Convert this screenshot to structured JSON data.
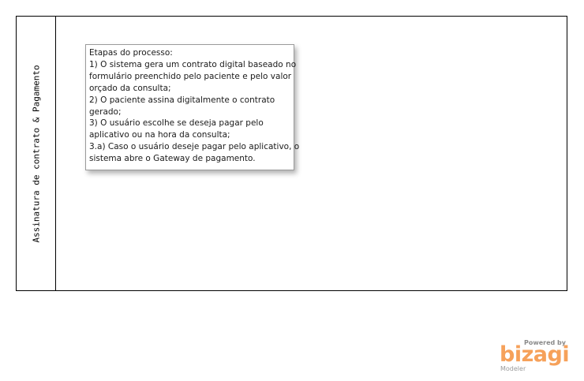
{
  "lane": {
    "title": "Assinatura de contrato & Pagamento"
  },
  "annotation": {
    "lines": [
      "Etapas do processo:",
      "1) O sistema gera um contrato digital baseado no",
      "formulário preenchido pelo paciente e pelo valor",
      "orçado da consulta;",
      "2) O paciente assina digitalmente o contrato",
      "gerado;",
      "3) O usuário escolhe se deseja pagar pelo",
      "aplicativo ou na hora da consulta;",
      "3.a) Caso o usuário deseje pagar pelo aplicativo, o",
      "sistema abre o Gateway de pagamento."
    ]
  },
  "branding": {
    "powered_by": "Powered by",
    "name": "bizagi",
    "product": "Modeler",
    "color": "#f6a15a"
  }
}
